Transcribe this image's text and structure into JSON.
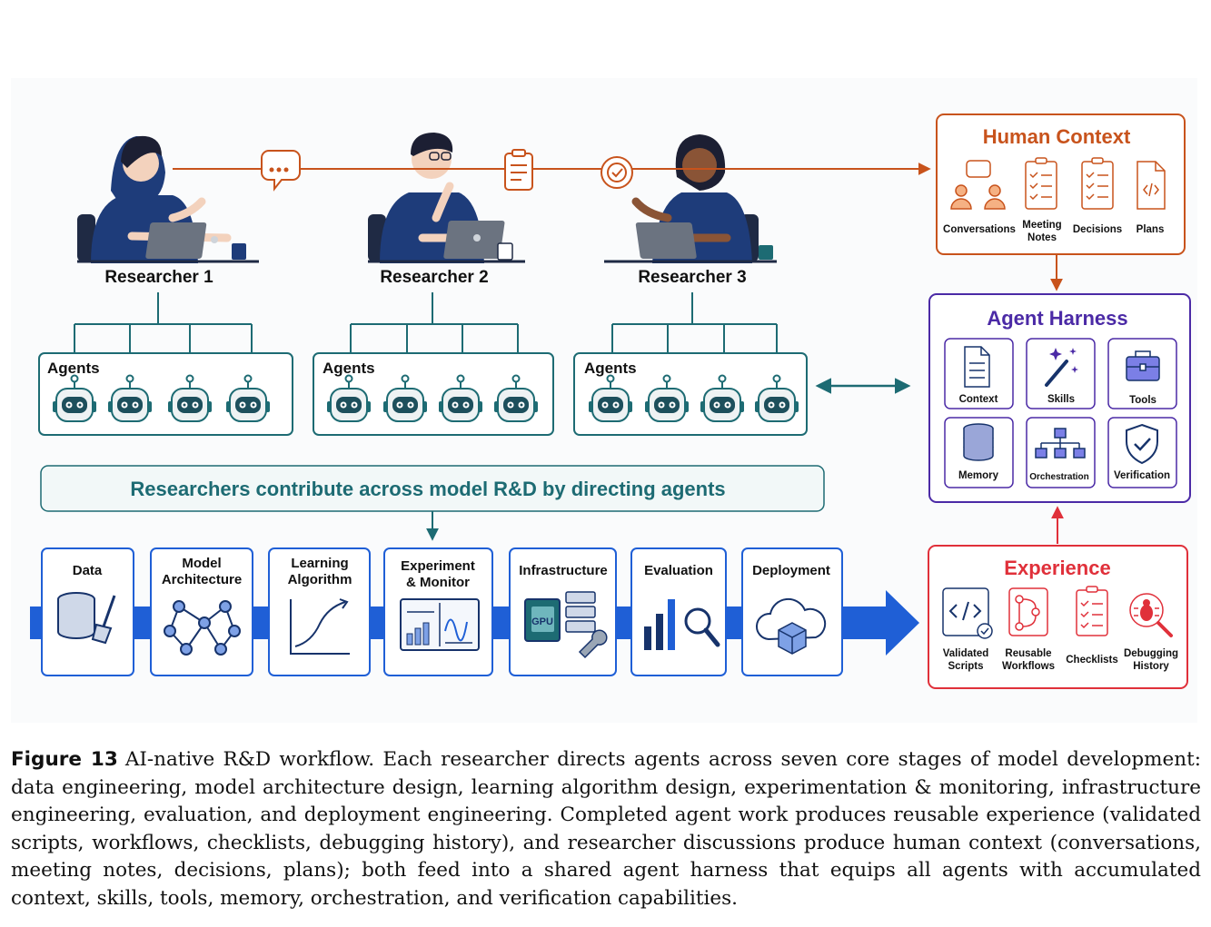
{
  "researchers": [
    {
      "label": "Researcher 1"
    },
    {
      "label": "Researcher 2"
    },
    {
      "label": "Researcher 3"
    }
  ],
  "agents_label": "Agents",
  "banner": "Researchers contribute across model R&D by directing agents",
  "stages": [
    {
      "line1": "Data",
      "line2": ""
    },
    {
      "line1": "Model",
      "line2": "Architecture"
    },
    {
      "line1": "Learning",
      "line2": "Algorithm"
    },
    {
      "line1": "Experiment",
      "line2": "& Monitor"
    },
    {
      "line1": "Infrastructure",
      "line2": ""
    },
    {
      "line1": "Evaluation",
      "line2": ""
    },
    {
      "line1": "Deployment",
      "line2": ""
    }
  ],
  "human_context": {
    "title": "Human Context",
    "items": [
      {
        "line1": "Conversations",
        "line2": ""
      },
      {
        "line1": "Meeting",
        "line2": "Notes"
      },
      {
        "line1": "Decisions",
        "line2": ""
      },
      {
        "line1": "Plans",
        "line2": ""
      }
    ]
  },
  "agent_harness": {
    "title": "Agent Harness",
    "items": [
      {
        "label": "Context"
      },
      {
        "label": "Skills"
      },
      {
        "label": "Tools"
      },
      {
        "label": "Memory"
      },
      {
        "label": "Orchestration"
      },
      {
        "label": "Verification"
      }
    ]
  },
  "experience": {
    "title": "Experience",
    "items": [
      {
        "line1": "Validated",
        "line2": "Scripts"
      },
      {
        "line1": "Reusable",
        "line2": "Workflows"
      },
      {
        "line1": "Checklists",
        "line2": ""
      },
      {
        "line1": "Debugging",
        "line2": "History"
      }
    ]
  },
  "caption": {
    "label": "Figure 13",
    "text": "AI-native R&D workflow. Each researcher directs agents across seven core stages of model development: data engineering, model architecture design, learning algorithm design, experimentation & monitoring, infrastructure engineering, evaluation, and deployment engineering. Completed agent work produces reusable experience (validated scripts, workflows, checklists, debugging history), and researcher discussions produce human context (conversations, meeting notes, decisions, plans); both feed into a shared agent harness that equips all agents with accumulated context, skills, tools, memory, orchestration, and verification capabilities."
  },
  "colors": {
    "orange": "#c8531c",
    "teal": "#1d6b73",
    "purple": "#4b2aa6",
    "red": "#e0303a",
    "navy": "#17336b",
    "blue": "#1f5fd6"
  },
  "icons": [
    "chat-bubble-icon",
    "clipboard-icon",
    "check-circle-icon",
    "robot-icon",
    "database-icon",
    "network-icon",
    "curve-chart-icon",
    "dashboard-icon",
    "gpu-server-icon",
    "bar-magnifier-icon",
    "cloud-cube-icon",
    "document-icon",
    "magic-wand-icon",
    "toolbox-icon",
    "hierarchy-icon",
    "shield-check-icon",
    "code-check-icon",
    "workflow-icon",
    "checklist-icon",
    "bug-icon"
  ]
}
